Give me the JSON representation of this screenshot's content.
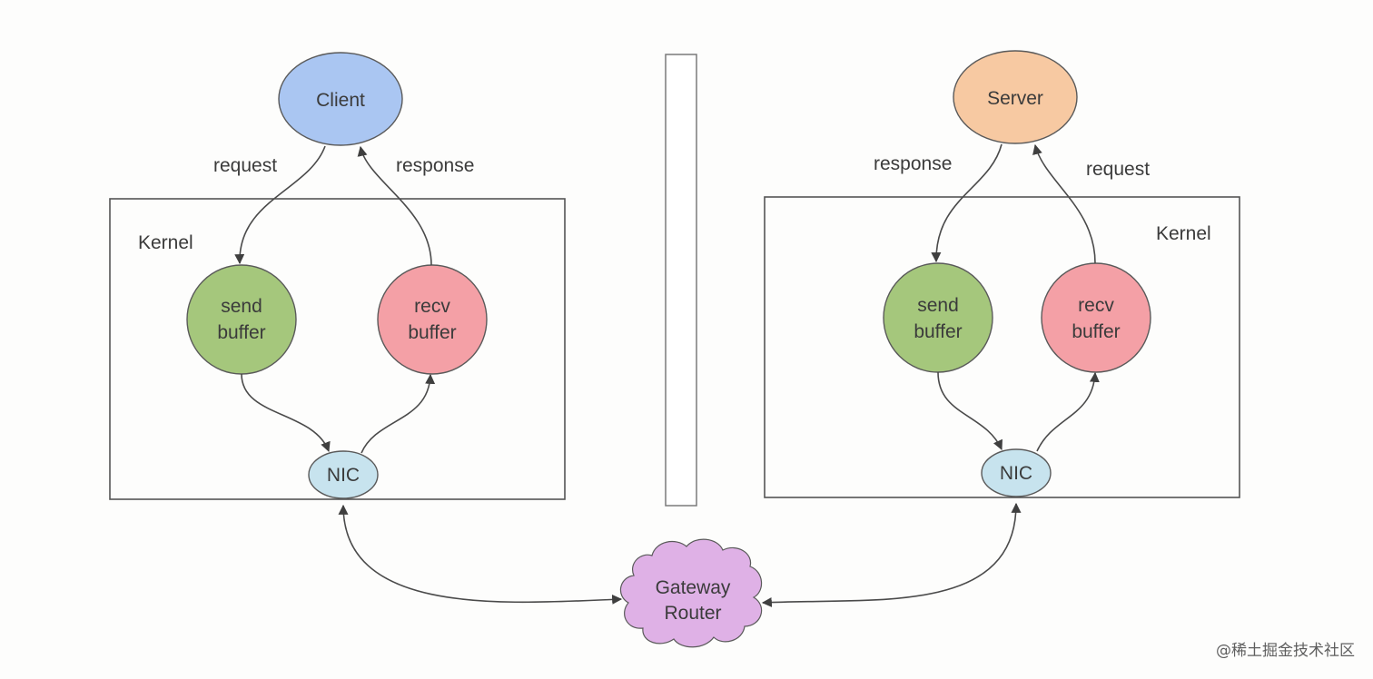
{
  "left": {
    "endpoint": "Client",
    "out_label": "request",
    "in_label": "response",
    "kernel_label": "Kernel",
    "send_buffer": [
      "send",
      "buffer"
    ],
    "recv_buffer": [
      "recv",
      "buffer"
    ],
    "nic": "NIC"
  },
  "right": {
    "endpoint": "Server",
    "out_label": "response",
    "in_label": "request",
    "kernel_label": "Kernel",
    "send_buffer": [
      "send",
      "buffer"
    ],
    "recv_buffer": [
      "recv",
      "buffer"
    ],
    "nic": "NIC"
  },
  "gateway": [
    "Gateway",
    "Router"
  ],
  "watermark": "@稀土掘金技术社区",
  "colors": {
    "client": "#aac6f2",
    "server": "#f7c9a2",
    "send_buffer": "#a5c77c",
    "recv_buffer": "#f4a0a6",
    "nic": "#c7e3ee",
    "gateway": "#dfb1e6",
    "outline": "#5a5a5a",
    "separator": "#7a7a7a"
  }
}
